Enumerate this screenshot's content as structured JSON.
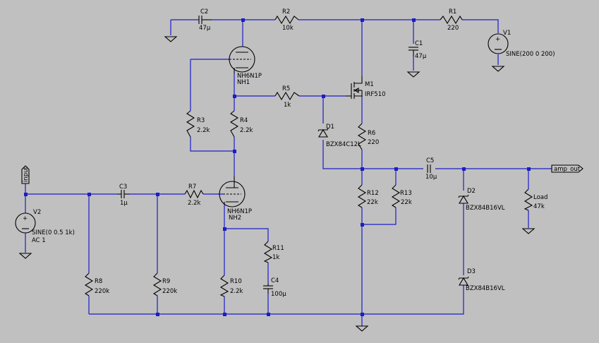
{
  "colors": {
    "background": "#c0c0c0",
    "wire": "#1c1cc8",
    "component": "#000000",
    "text": "#000000"
  },
  "components": {
    "c2": {
      "name": "C2",
      "value": "47µ"
    },
    "r2": {
      "name": "R2",
      "value": "10k"
    },
    "r1": {
      "name": "R1",
      "value": "220"
    },
    "v1": {
      "name": "V1",
      "value": "SINE(200 0 200)"
    },
    "c1": {
      "name": "C1",
      "value": "47µ"
    },
    "nh1": {
      "name": "NH1",
      "value": "NH6N1P"
    },
    "m1": {
      "name": "M1",
      "value": "IRF510"
    },
    "r5": {
      "name": "R5",
      "value": "1k"
    },
    "r3": {
      "name": "R3",
      "value": "2.2k"
    },
    "r4": {
      "name": "R4",
      "value": "2.2k"
    },
    "d1": {
      "name": "D1",
      "value": "BZX84C12L"
    },
    "r6": {
      "name": "R6",
      "value": "220"
    },
    "c5": {
      "name": "C5",
      "value": "10µ"
    },
    "c3": {
      "name": "C3",
      "value": "1µ"
    },
    "r7": {
      "name": "R7",
      "value": "2.2k"
    },
    "nh2": {
      "name": "NH2",
      "value": "NH6N1P"
    },
    "v2": {
      "name": "V2",
      "value": "SINE(0 0.5 1k)",
      "ac": "AC 1"
    },
    "r12": {
      "name": "R12",
      "value": "22k"
    },
    "r13": {
      "name": "R13",
      "value": "22k"
    },
    "d2": {
      "name": "D2",
      "value": "BZX84B16VL"
    },
    "d3": {
      "name": "D3",
      "value": "BZX84B16VL"
    },
    "load": {
      "name": "Load",
      "value": "47k"
    },
    "r11": {
      "name": "R11",
      "value": "1k"
    },
    "c4": {
      "name": "C4",
      "value": "100µ"
    },
    "r8": {
      "name": "R8",
      "value": "220k"
    },
    "r9": {
      "name": "R9",
      "value": "220k"
    },
    "r10": {
      "name": "R10",
      "value": "2.2k"
    }
  },
  "ports": {
    "input": "input",
    "output": "amp_out"
  }
}
